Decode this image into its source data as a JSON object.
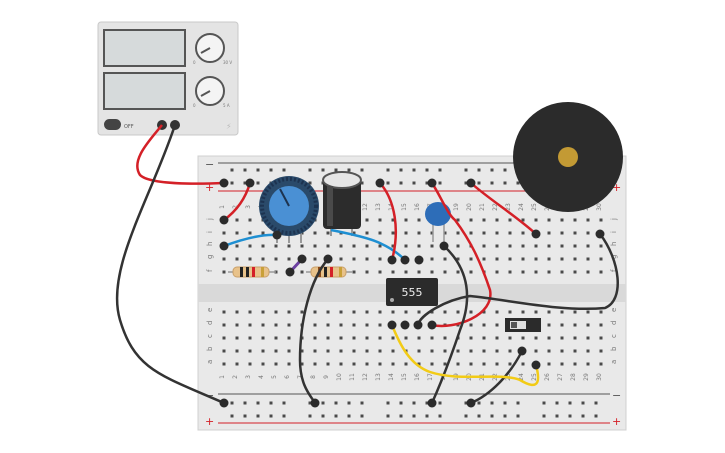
{
  "power_supply": {
    "switch_label": "OFF",
    "brand_label": "",
    "knob_voltage_marks": [
      "0",
      "30 V"
    ],
    "knob_current_marks": [
      "0",
      "5 A"
    ]
  },
  "breadboard": {
    "rail_minus": "−",
    "rail_plus": "+",
    "row_letters_top": [
      "j",
      "i",
      "h",
      "g",
      "f"
    ],
    "row_letters_bottom": [
      "e",
      "d",
      "c",
      "b",
      "a"
    ],
    "column_count": 30
  },
  "chip": {
    "label": "555"
  },
  "colors": {
    "wire_red": "#d42027",
    "wire_black": "#333333",
    "wire_blue": "#1e8fd2",
    "wire_yellow": "#f2cb16",
    "board": "#e9e9e9",
    "buzzer": "#2b2b2b",
    "buzzer_center": "#c39a34"
  },
  "components": [
    {
      "name": "potentiometer",
      "icon": "potentiometer-icon"
    },
    {
      "name": "electrolytic-capacitor",
      "icon": "capacitor-icon"
    },
    {
      "name": "ceramic-capacitor",
      "icon": "ceramic-capacitor-icon"
    },
    {
      "name": "resistor-1",
      "icon": "resistor-icon"
    },
    {
      "name": "resistor-2",
      "icon": "resistor-icon"
    },
    {
      "name": "diode",
      "icon": "diode-icon"
    },
    {
      "name": "slide-switch",
      "icon": "slide-switch-icon"
    },
    {
      "name": "piezo-buzzer",
      "icon": "buzzer-icon"
    }
  ]
}
